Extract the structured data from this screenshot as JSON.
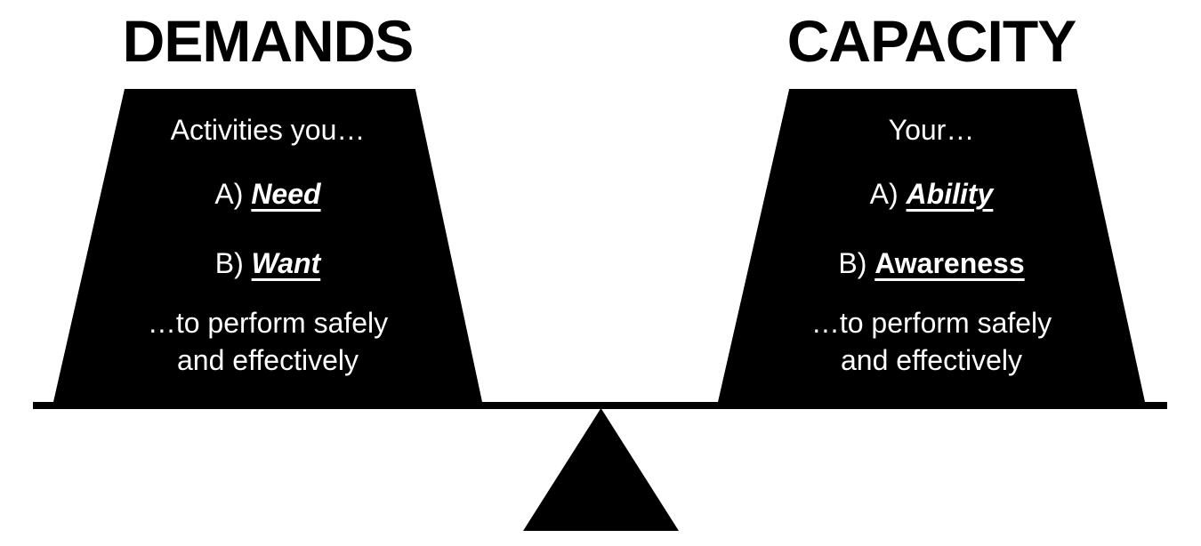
{
  "colors": {
    "shape": "#000000",
    "text_on_shape": "#ffffff",
    "title": "#000000",
    "background": "#ffffff"
  },
  "left": {
    "title": "DEMANDS",
    "intro": "Activities you…",
    "items": [
      {
        "prefix": "A)",
        "label": "Need"
      },
      {
        "prefix": "B)",
        "label": "Want"
      }
    ],
    "outro_line1": "…to perform safely",
    "outro_line2": "and effectively"
  },
  "right": {
    "title": "CAPACITY",
    "intro": "Your…",
    "items": [
      {
        "prefix": "A)",
        "label": "Ability"
      },
      {
        "prefix": "B)",
        "label": "Awareness"
      }
    ],
    "outro_line1": "…to perform safely",
    "outro_line2": "and effectively"
  }
}
